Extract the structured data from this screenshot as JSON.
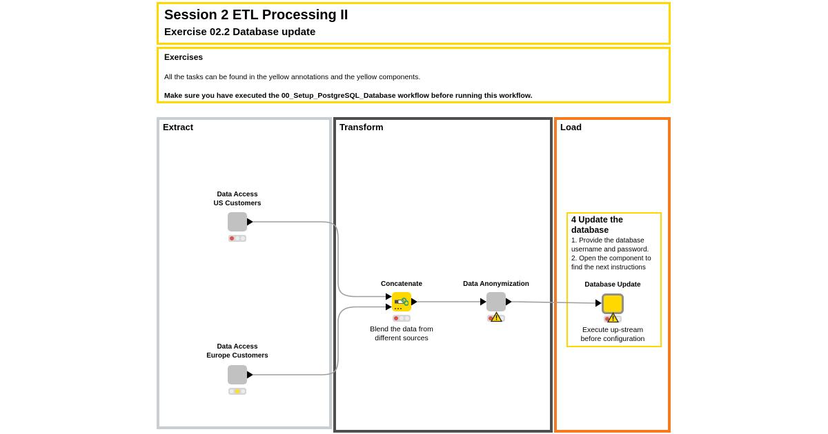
{
  "header": {
    "title": "Session 2 ETL Processing II",
    "subtitle": "Exercise 02.2 Database update"
  },
  "exercises": {
    "heading": "Exercises",
    "body": "All the tasks can be found in the yellow annotations and the yellow components.",
    "note": "Make sure you have executed the 00_Setup_PostgreSQL_Database workflow before running this workflow."
  },
  "panels": {
    "extract": "Extract",
    "transform": "Transform",
    "load": "Load"
  },
  "load_annotation": {
    "title": "4 Update the\ndatabase",
    "body": "1. Provide the database\nusername and password.\n2. Open the component to\nfind the next instructions"
  },
  "nodes": {
    "us": {
      "label": "Data Access\nUS Customers",
      "status": "red"
    },
    "europe": {
      "label": "Data Access\nEurope Customers",
      "status": "yellow"
    },
    "concatenate": {
      "label": "Concatenate",
      "caption": "Blend the data from\ndifferent sources",
      "status": "red"
    },
    "anonymization": {
      "label": "Data Anonymization",
      "status": "red-warning"
    },
    "db_update": {
      "label": "Database Update",
      "caption": "Execute up-stream\nbefore configuration",
      "status": "red-warning"
    }
  },
  "icons": {
    "concatenate": "concatenate-icon",
    "warning": "warning-triangle-icon"
  },
  "colors": {
    "annotation_yellow": "#ffd800",
    "load_orange": "#f5791d",
    "extract_border": "#c9ced2",
    "transform_border": "#4f4f4f",
    "node_gray": "#c1c1c1",
    "node_yellow": "#ffd800",
    "traffic_red": "#e0504b",
    "traffic_yellow": "#ffe013",
    "connection_gray": "#9f9f9f"
  }
}
